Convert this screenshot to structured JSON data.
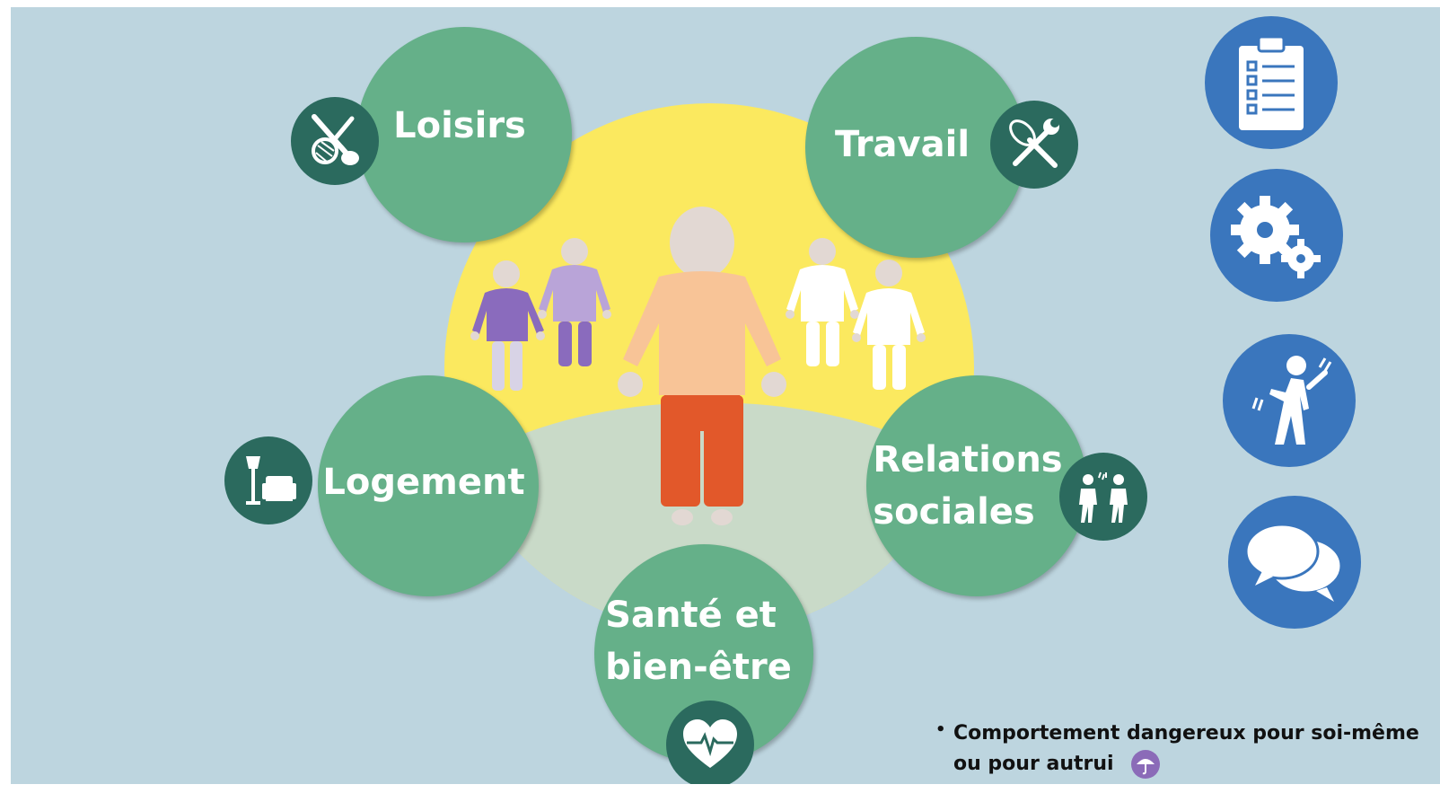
{
  "diagram": {
    "domains": {
      "loisirs": "Loisirs",
      "travail": "Travail",
      "logement": "Logement",
      "relations_line1": "Relations",
      "relations_line2": "sociales",
      "sante_line1": "Santé et",
      "sante_line2": "bien-être"
    },
    "icons": {
      "loisirs": "tennis-racket-and-guitar-icon",
      "travail": "whisk-and-wrench-icon",
      "logement": "lamp-and-armchair-icon",
      "relations": "two-people-talking-icon",
      "sante": "heart-pulse-icon"
    },
    "figures": {
      "center_person": "person-orange-shirt-red-trousers",
      "left_group": "two-persons-purple",
      "right_group": "two-persons-white"
    },
    "colors": {
      "background": "#bdd5df",
      "domain_circle": "#65b089",
      "icon_badge": "#2b6a5e",
      "sun": "#fbe95f",
      "ground": "#c9dac8",
      "tool_button": "#3a76bd",
      "hazard_icon": "#8b6bb8"
    }
  },
  "toolbar": {
    "buttons": [
      "clipboard-checklist-icon",
      "gears-icon",
      "person-agitated-icon",
      "speech-bubbles-icon"
    ]
  },
  "footnote": {
    "bullet": "•",
    "line1": "Comportement dangereux pour soi-même",
    "line2": "ou pour autrui",
    "icon": "umbrella-icon"
  }
}
